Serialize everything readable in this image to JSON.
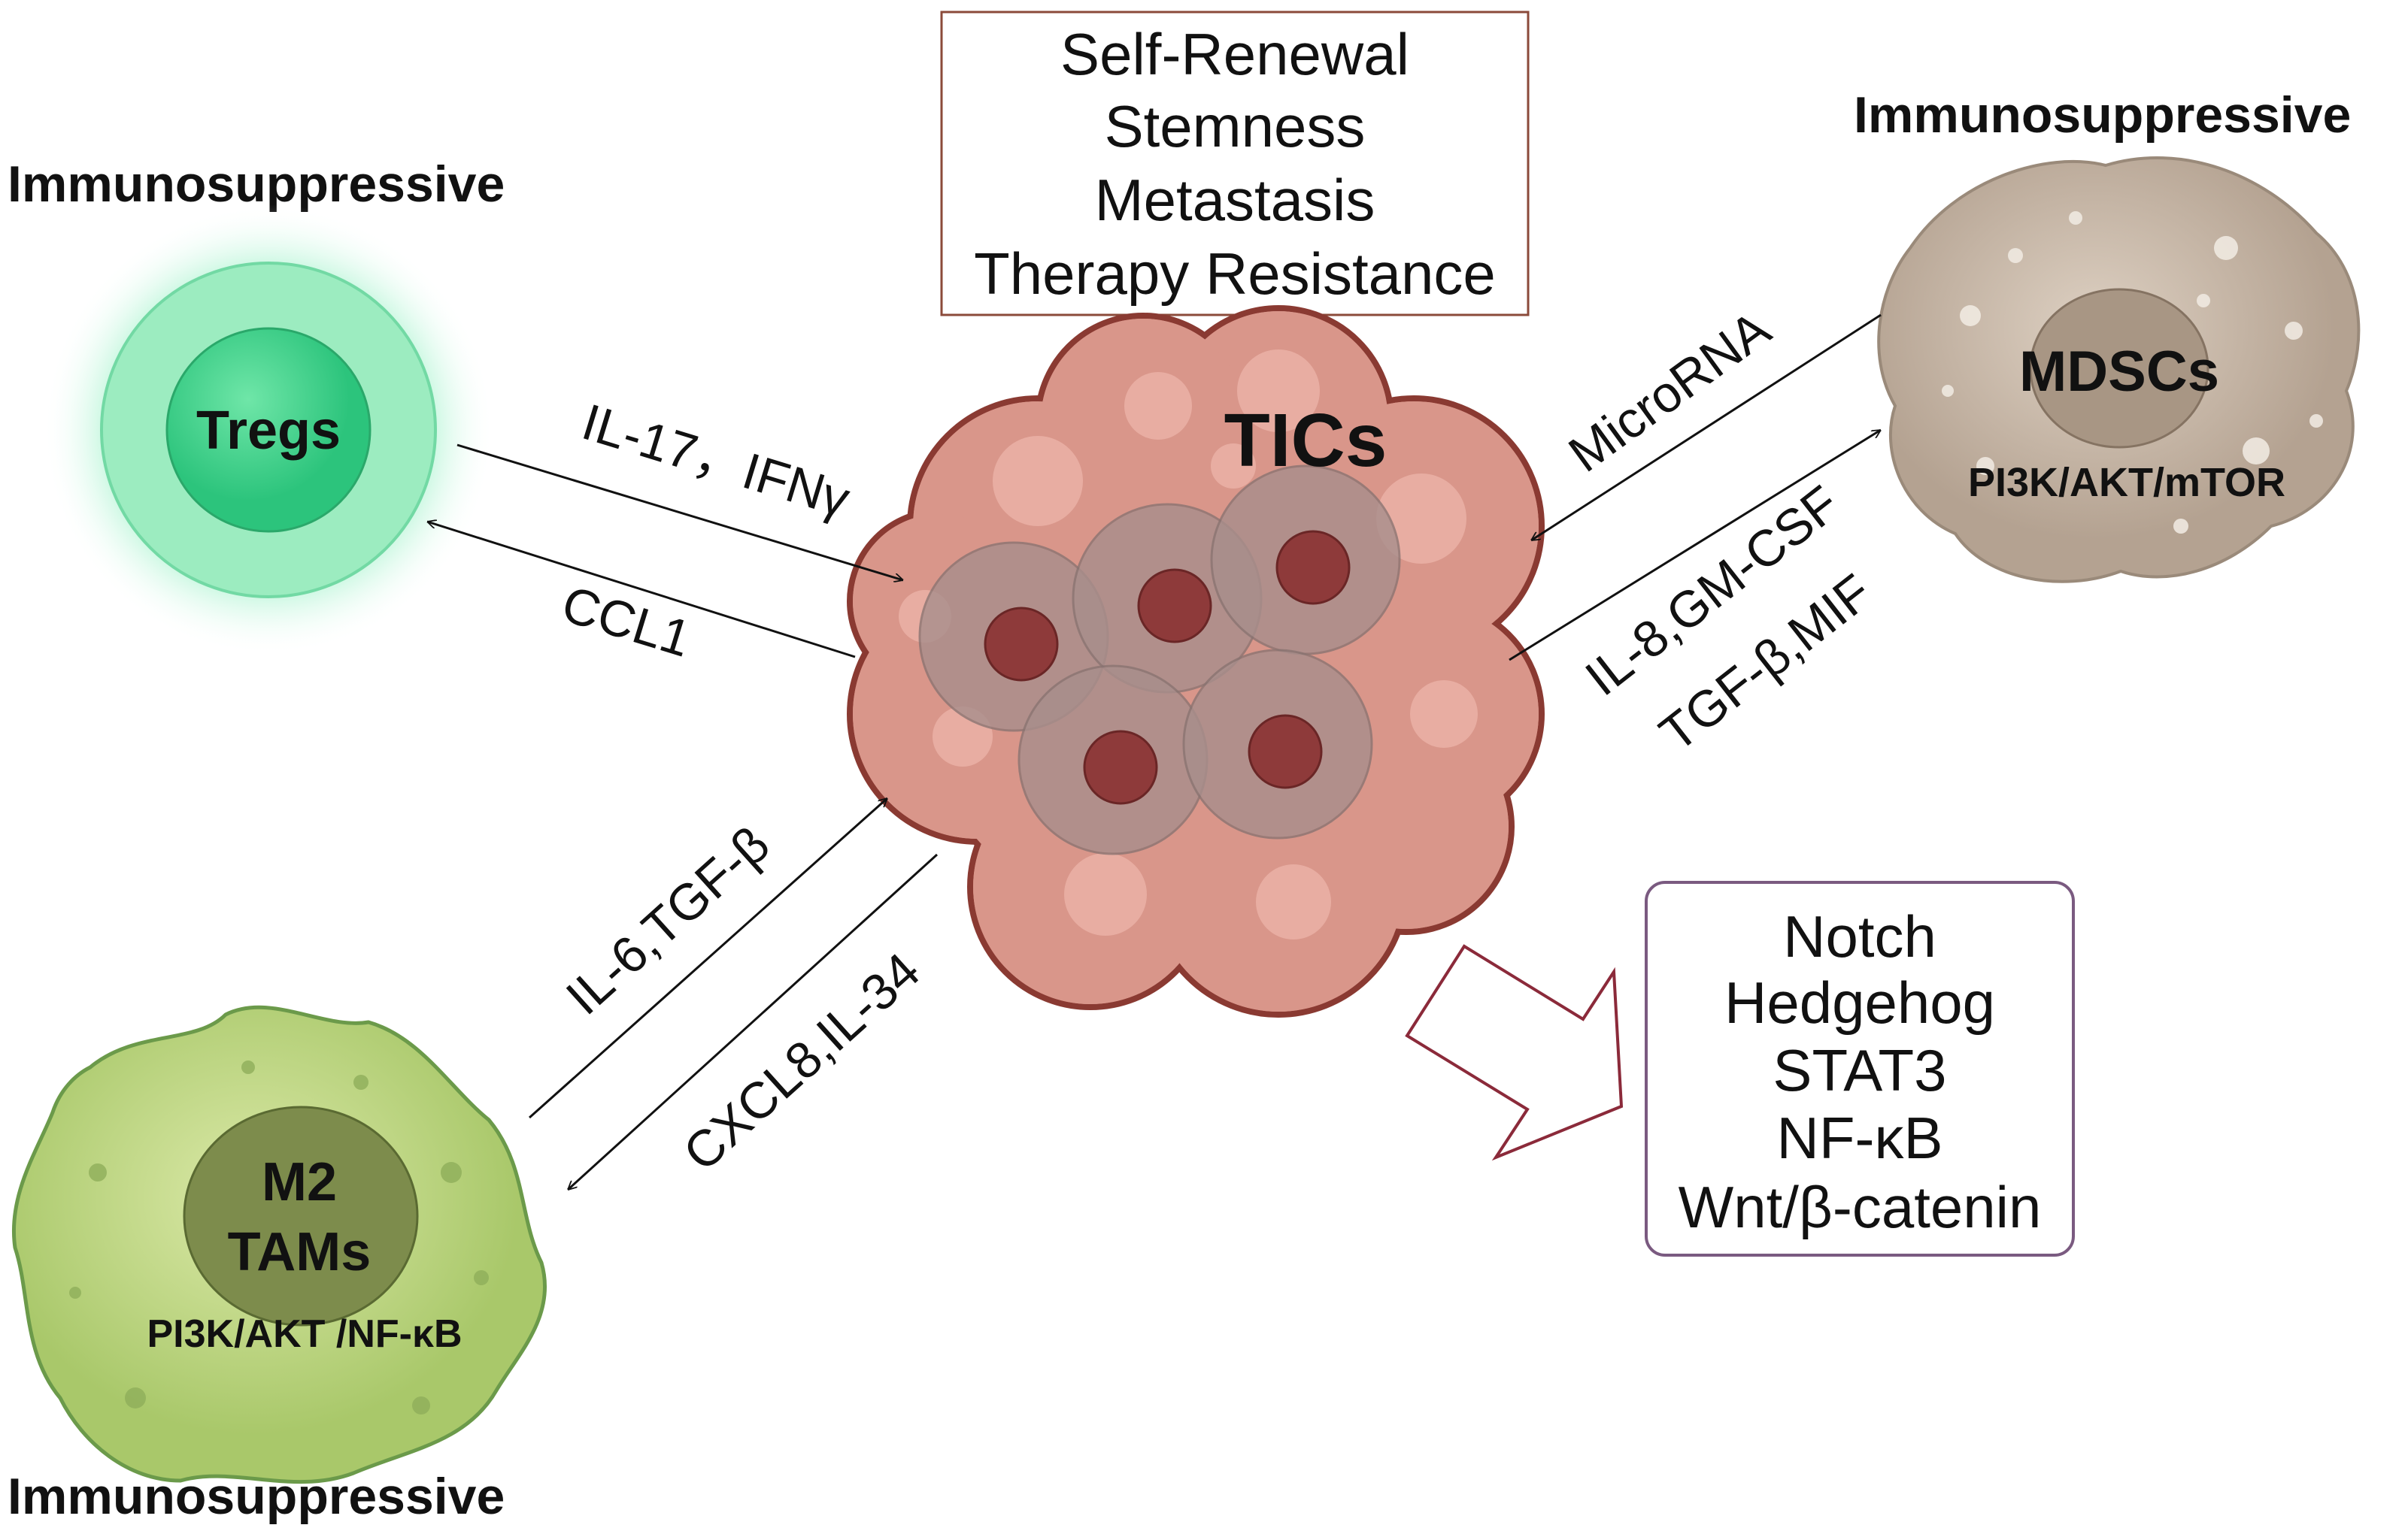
{
  "top_box": {
    "lines": [
      "Self-Renewal",
      "Stemness",
      "Metastasis",
      "Therapy Resistance"
    ]
  },
  "right_box": {
    "lines": [
      "Notch",
      "Hedgehog",
      "STAT3",
      "NF-κB",
      "Wnt/β-catenin"
    ]
  },
  "center": {
    "label": "TICs"
  },
  "tregs": {
    "label": "Tregs",
    "status": "Immunosuppressive"
  },
  "mdscs": {
    "label": "MDSCs",
    "pathway": "PI3K/AKT/mTOR",
    "status": "Immunosuppressive"
  },
  "tams": {
    "label_1": "M2",
    "label_2": "TAMs",
    "pathway": "PI3K/AKT /NF-κB",
    "status": "Immunosuppressive"
  },
  "arrows": {
    "tregs_to_tics": "IL-17，IFNγ",
    "tics_to_tregs": "CCL1",
    "mdscs_to_tics": "MicroRNA",
    "tics_to_mdscs_1": "IL-8,GM-CSF",
    "tics_to_mdscs_2": "TGF-β,MIF",
    "tams_to_tics": "IL-6,TGF-β",
    "tics_to_tams": "CXCL8,IL-34"
  },
  "colors": {
    "tregs": "#3dd38a",
    "tics": "#d9968a",
    "mdscs": "#c9b8a8",
    "tams": "#c6dc8a",
    "open_arrow": "#8b2a3a",
    "right_box_border": "#7a5a80",
    "top_box_border": "#8b4a3a"
  }
}
